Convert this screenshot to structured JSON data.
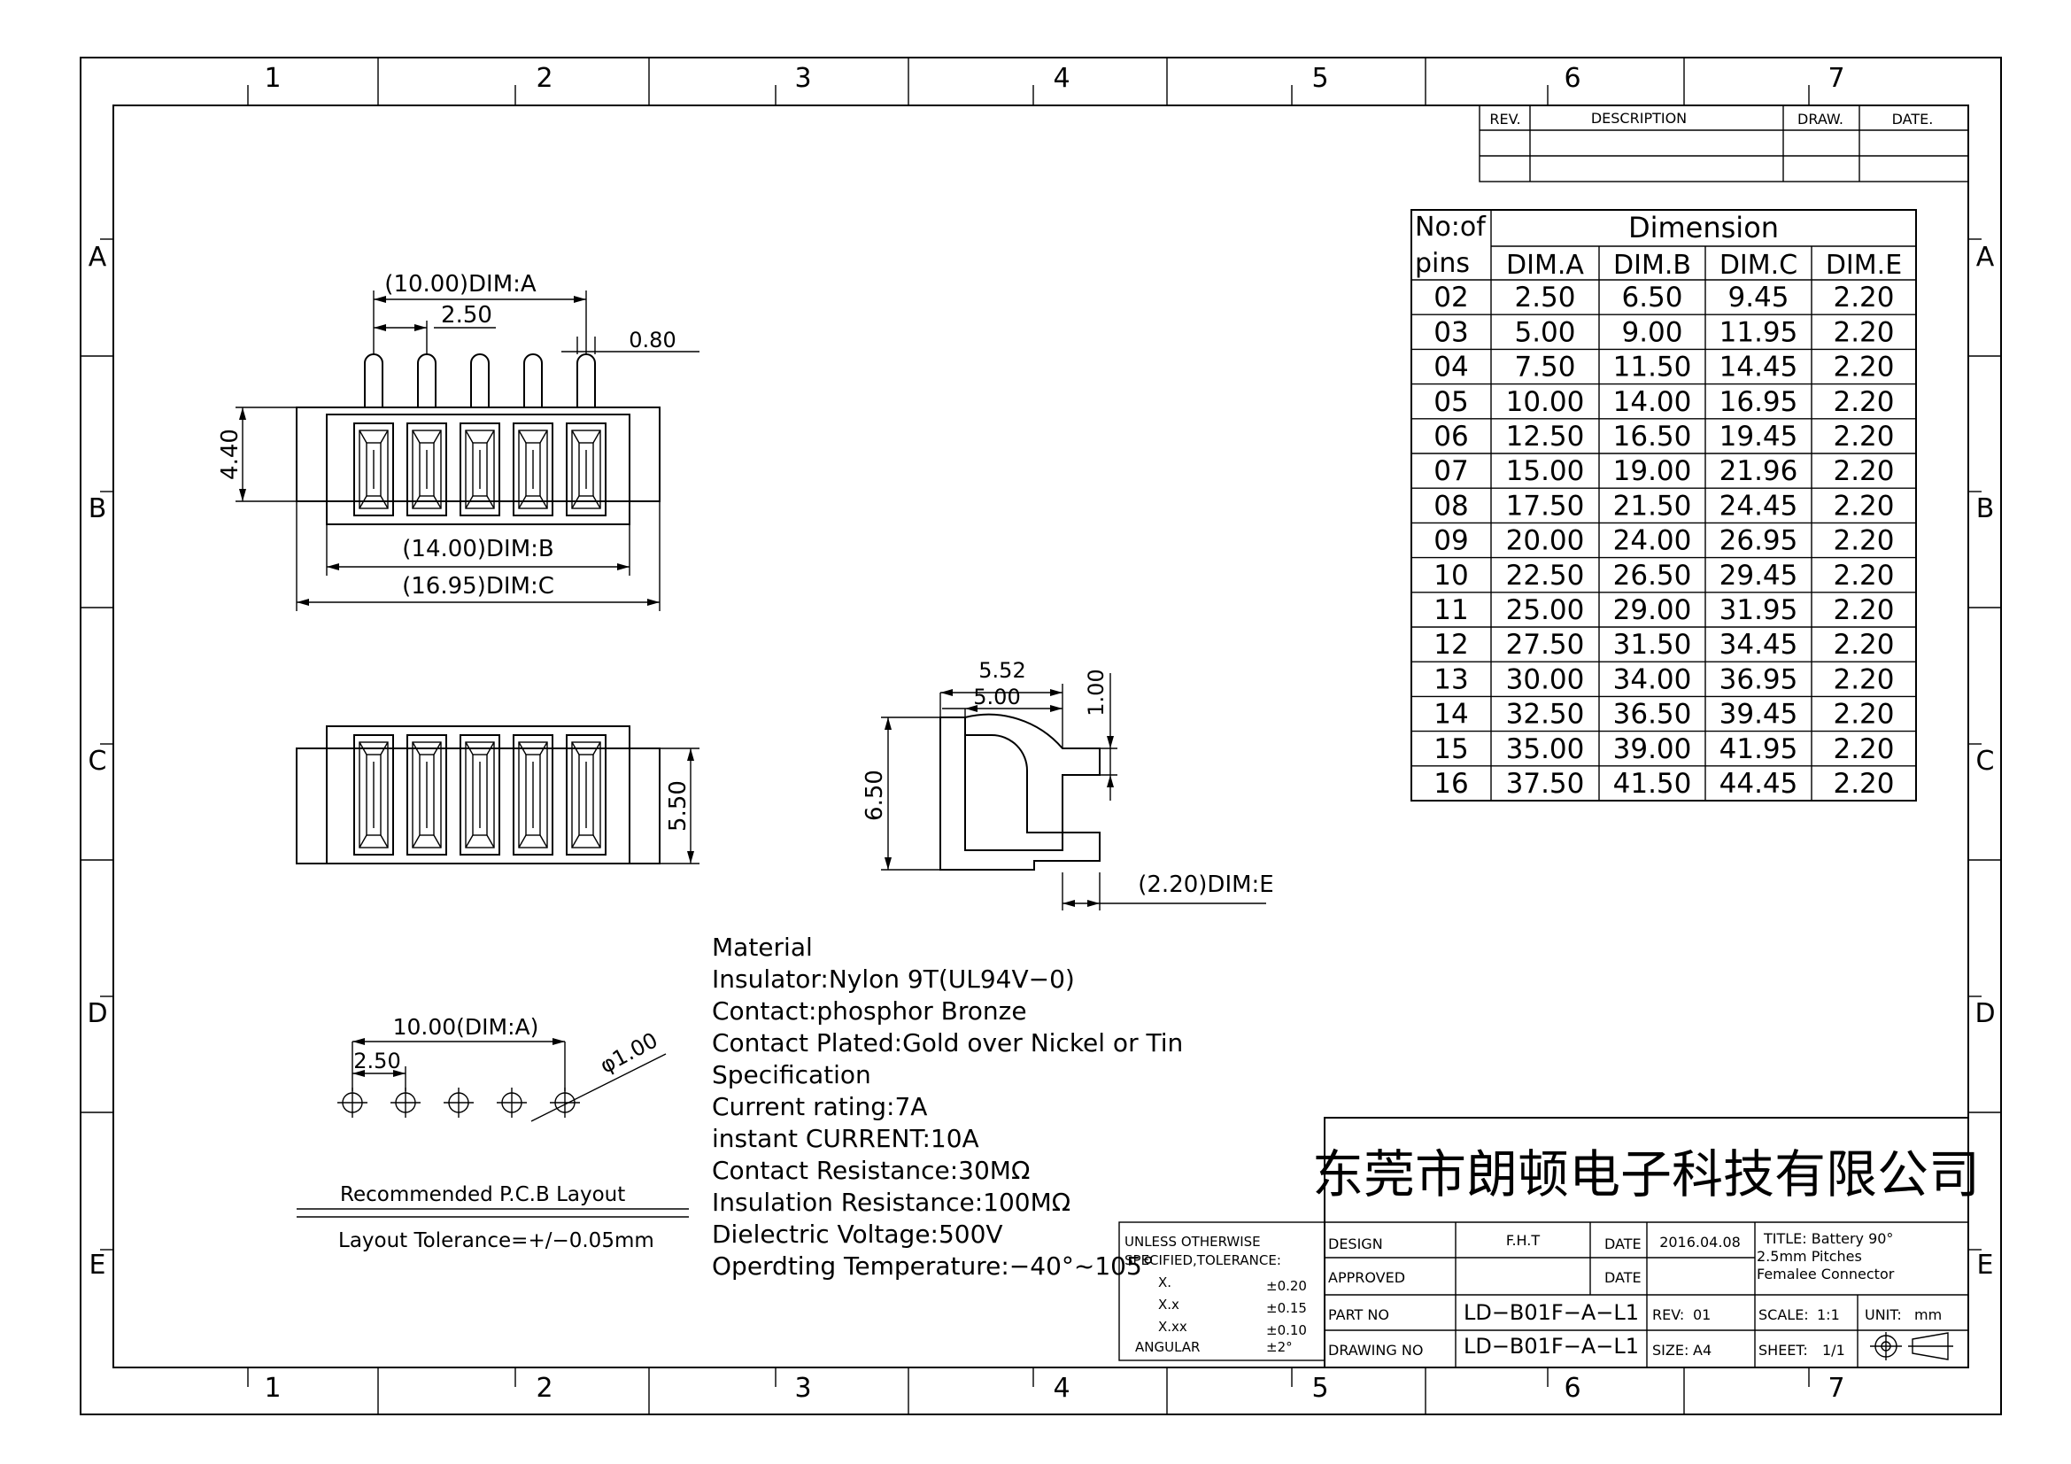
{
  "frame": {
    "col_labels": [
      "1",
      "2",
      "3",
      "4",
      "5",
      "6",
      "7"
    ],
    "row_labels": [
      "A",
      "B",
      "C",
      "D",
      "E"
    ]
  },
  "revision_table": {
    "headers": {
      "rev": "REV.",
      "description": "DESCRIPTION",
      "draw": "DRAW.",
      "date": "DATE."
    }
  },
  "dimension_table": {
    "corner_top": "No:of",
    "corner_bottom": "pins",
    "group_header": "Dimension",
    "columns": [
      "DIM.A",
      "DIM.B",
      "DIM.C",
      "DIM.E"
    ],
    "rows": [
      {
        "pins": "02",
        "a": "2.50",
        "b": "6.50",
        "c": "9.45",
        "e": "2.20"
      },
      {
        "pins": "03",
        "a": "5.00",
        "b": "9.00",
        "c": "11.95",
        "e": "2.20"
      },
      {
        "pins": "04",
        "a": "7.50",
        "b": "11.50",
        "c": "14.45",
        "e": "2.20"
      },
      {
        "pins": "05",
        "a": "10.00",
        "b": "14.00",
        "c": "16.95",
        "e": "2.20"
      },
      {
        "pins": "06",
        "a": "12.50",
        "b": "16.50",
        "c": "19.45",
        "e": "2.20"
      },
      {
        "pins": "07",
        "a": "15.00",
        "b": "19.00",
        "c": "21.96",
        "e": "2.20"
      },
      {
        "pins": "08",
        "a": "17.50",
        "b": "21.50",
        "c": "24.45",
        "e": "2.20"
      },
      {
        "pins": "09",
        "a": "20.00",
        "b": "24.00",
        "c": "26.95",
        "e": "2.20"
      },
      {
        "pins": "10",
        "a": "22.50",
        "b": "26.50",
        "c": "29.45",
        "e": "2.20"
      },
      {
        "pins": "11",
        "a": "25.00",
        "b": "29.00",
        "c": "31.95",
        "e": "2.20"
      },
      {
        "pins": "12",
        "a": "27.50",
        "b": "31.50",
        "c": "34.45",
        "e": "2.20"
      },
      {
        "pins": "13",
        "a": "30.00",
        "b": "34.00",
        "c": "36.95",
        "e": "2.20"
      },
      {
        "pins": "14",
        "a": "32.50",
        "b": "36.50",
        "c": "39.45",
        "e": "2.20"
      },
      {
        "pins": "15",
        "a": "35.00",
        "b": "39.00",
        "c": "41.95",
        "e": "2.20"
      },
      {
        "pins": "16",
        "a": "37.50",
        "b": "41.50",
        "c": "44.45",
        "e": "2.20"
      }
    ]
  },
  "top_view": {
    "dim_a": "(10.00)DIM:A",
    "pitch": "2.50",
    "pin_width": "0.80",
    "height": "4.40",
    "dim_b": "(14.00)DIM:B",
    "dim_c": "(16.95)DIM:C"
  },
  "front_view": {
    "height": "5.50"
  },
  "side_view": {
    "outer_width": "5.52",
    "inner_width": "5.00",
    "thickness": "1.00",
    "height": "6.50",
    "dim_e": "(2.20)DIM:E"
  },
  "pcb_layout": {
    "span": "10.00(DIM:A)",
    "pitch": "2.50",
    "hole": "φ1.00",
    "title": "Recommended P.C.B Layout",
    "tolerance": "Layout Tolerance=+/−0.05mm"
  },
  "notes": [
    "Material",
    "Insulator:Nylon 9T(UL94V−0)",
    "Contact:phosphor Bronze",
    "Contact Plated:Gold over Nickel or Tin",
    "Specification",
    "Current rating:7A",
    "instant CURRENT:10A",
    "Contact Resistance:30MΩ",
    "Insulation Resistance:100MΩ",
    "Dielectric Voltage:500V",
    "Operdting Temperature:−40°~105°"
  ],
  "tolerance_block": {
    "header_1": "UNLESS OTHERWISE",
    "header_2": "SPECIFIED,TOLERANCE:",
    "rows": [
      {
        "label": "X.",
        "value": "±0.20"
      },
      {
        "label": "X.x",
        "value": "±0.15"
      },
      {
        "label": "X.xx",
        "value": "±0.10"
      },
      {
        "label": "ANGULAR",
        "value": "±2°"
      }
    ]
  },
  "title_block": {
    "company": "东莞市朗顿电子科技有限公司",
    "design_label": "DESIGN",
    "design_value": "F.H.T",
    "date_label": "DATE",
    "date_value": "2016.04.08",
    "approved_label": "APPROVED",
    "approved_date_label": "DATE",
    "title_1": "TITLE:  Battery  90°",
    "title_2": "2.5mm  Pitches",
    "title_3": "Femalee  Connector",
    "part_no_label": "PART NO",
    "part_no_value": "LD−B01F−A−L1",
    "rev_label": "REV:",
    "rev_value": "01",
    "scale_label": "SCALE:",
    "scale_value": "1:1",
    "unit_label": "UNIT:",
    "unit_value": "mm",
    "drawing_no_label": "DRAWING NO",
    "drawing_no_value": "LD−B01F−A−L1",
    "size_label": "SIZE:",
    "size_value": "A4",
    "sheet_label": "SHEET:",
    "sheet_value": "1/1"
  }
}
